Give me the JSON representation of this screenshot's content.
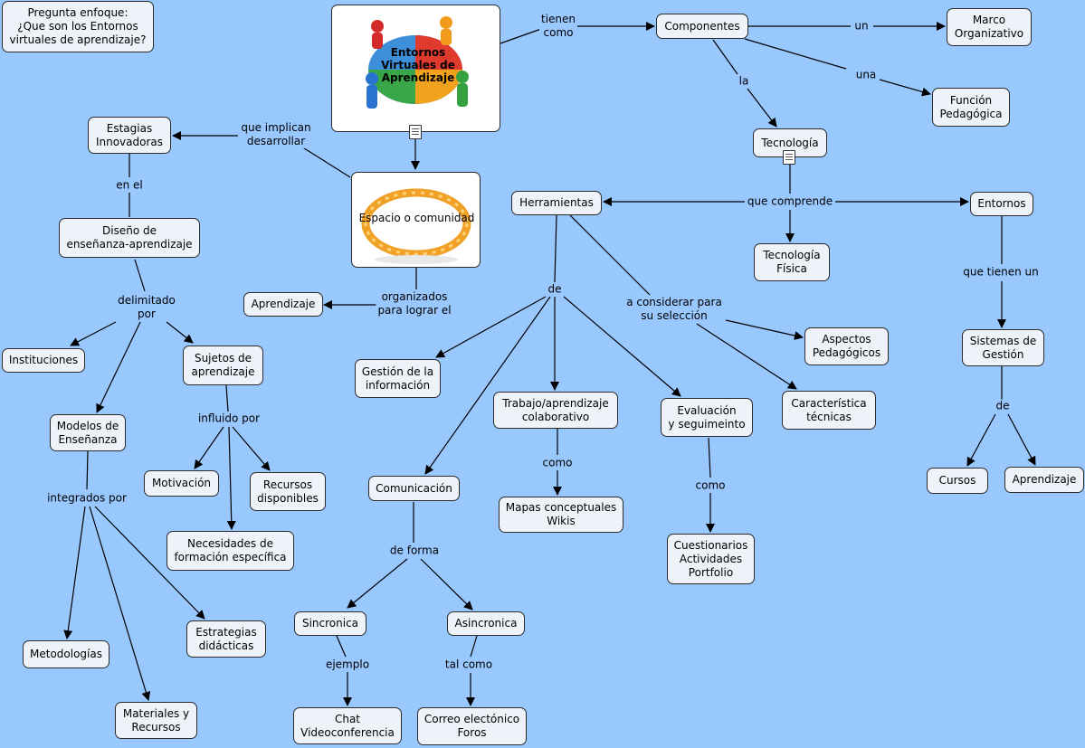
{
  "focus_question": "Pregunta enfoque:\n¿Que son los Entornos\nvirtuales de aprendizaje?",
  "main_node": {
    "title": "Entornos\nVirtuales de\nAprendizaje",
    "icon": "puzzle-people-image"
  },
  "space_node": {
    "caption": "Espacio o comunidad",
    "icon": "people-circle-image"
  },
  "nodes": {
    "componentes": "Componentes",
    "marco": "Marco\nOrganizativo",
    "funcion": "Función\nPedagógica",
    "tecnologia": "Tecnología",
    "herramientas": "Herramientas",
    "entornos": "Entornos",
    "tec_fisica": "Tecnología\nFísica",
    "aspectos": "Aspectos\nPedagógicos",
    "caracteristica": "Característica\ntécnicas",
    "sistemas": "Sistemas de\nGestión",
    "cursos": "Cursos",
    "aprendizaje2": "Aprendizaje",
    "gestion": "Gestión de la\ninformación",
    "trabajo": "Trabajo/aprendizaje\ncolaborativo",
    "evaluacion": "Evaluación\ny seguimeinto",
    "comunicacion": "Comunicación",
    "mapas": "Mapas conceptuales\nWikis",
    "cuestionarios": "Cuestionarios\nActividades\nPortfolio",
    "sincronica": "Sincronica",
    "asincronica": "Asincronica",
    "chat": "Chat\nVideoconferencia",
    "correo": "Correo electónico\nForos",
    "estrategias_innov": "Estagias\nInnovadoras",
    "diseno": "Diseño de\nenseñanza-aprendizaje",
    "aprendizaje1": "Aprendizaje",
    "instituciones": "Instituciones",
    "sujetos": "Sujetos de\naprendizaje",
    "modelos": "Modelos de\nEnseñanza",
    "motivacion": "Motivación",
    "recursos_disp": "Recursos\ndisponibles",
    "necesidades": "Necesidades de\nformación específica",
    "metodologias": "Metodologías",
    "estrategias_did": "Estrategias\ndidácticas",
    "materiales": "Materiales y\nRecursos"
  },
  "labels": {
    "tienen_como": "tienen\ncomo",
    "un": "un",
    "una": "una",
    "la": "la",
    "que_comprende": "que comprende",
    "que_tienen_un": "que tienen un",
    "de_sistemas": "de",
    "de_herr": "de",
    "a_considerar": "a considerar para\nsu selección",
    "como_trabajo": "como",
    "como_eval": "como",
    "de_forma": "de forma",
    "ejemplo": "ejemplo",
    "tal_como": "tal como",
    "que_implican": "que implican\ndesarrollar",
    "organizados": "organizados\npara lograr el",
    "en_el": "en el",
    "delimitado_por": "delimitado\npor",
    "influido_por": "influido por",
    "integrados_por": "integrados por"
  },
  "colors": {
    "background": "#99c8ff",
    "node_fill": "#eef3f9",
    "line": "#000000"
  }
}
